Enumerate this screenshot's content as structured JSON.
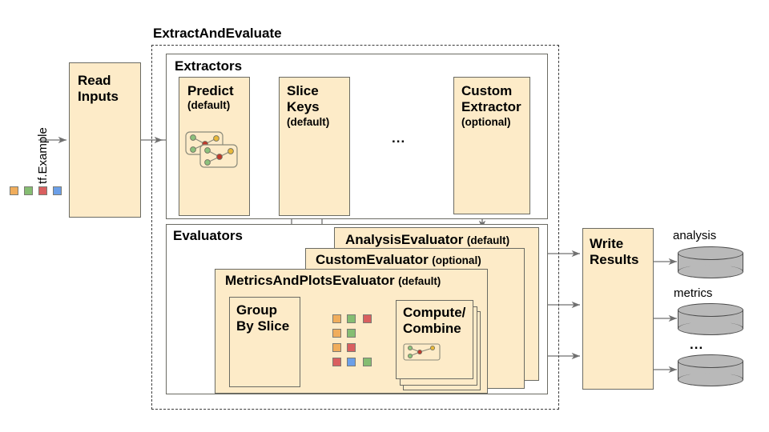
{
  "diagram": {
    "title_group": "ExtractAndEvaluate",
    "input_label": "tf.Example",
    "sections": {
      "extractors": "Extractors",
      "evaluators": "Evaluators"
    },
    "nodes": {
      "read_inputs": {
        "title": "Read\nInputs"
      },
      "predict": {
        "title": "Predict",
        "note": "(default)"
      },
      "slice_keys": {
        "title": "Slice\nKeys",
        "note": "(default)"
      },
      "ellipsis_extractors": "...",
      "custom_extractor": {
        "title": "Custom\nExtractor",
        "note": "(optional)"
      },
      "analysis_evaluator": {
        "title": "AnalysisEvaluator",
        "note": "(default)"
      },
      "custom_evaluator": {
        "title": "CustomEvaluator",
        "note": "(optional)"
      },
      "metrics_and_plots_evaluator": {
        "title": "MetricsAndPlotsEvaluator",
        "note": "(default)"
      },
      "group_by_slice": {
        "title": "Group\nBy Slice"
      },
      "compute_combine": {
        "title": "Compute/\nCombine"
      },
      "write_results": {
        "title": "Write\nResults"
      }
    },
    "outputs": [
      {
        "label": "analysis"
      },
      {
        "label": "metrics"
      },
      {
        "label": "..."
      }
    ],
    "legend_squares": [
      "#f0ad5c",
      "#85bd72",
      "#d95f5f",
      "#6b9fe8"
    ],
    "slice_grid": [
      [
        "#f0ad5c",
        "#85bd72",
        "#d95f5f"
      ],
      [
        "#f0ad5c",
        "#85bd72"
      ],
      [
        "#f0ad5c",
        "#d95f5f"
      ],
      [
        "#d95f5f",
        "#6b9fe8",
        "#85bd72"
      ]
    ],
    "colors": {
      "box_fill": "#fdebc8",
      "box_stroke": "#6b6b63",
      "arrow": "#707070",
      "dashed": "#3a3a3a",
      "cylinder": "#b9b9b9",
      "orange": "#f0ad5c",
      "green": "#85bd72",
      "red": "#d95f5f",
      "blue": "#6b9fe8",
      "graph_node_green": "#8cc17c",
      "graph_node_red": "#c0392b",
      "graph_node_yellow": "#e8b83a"
    }
  }
}
